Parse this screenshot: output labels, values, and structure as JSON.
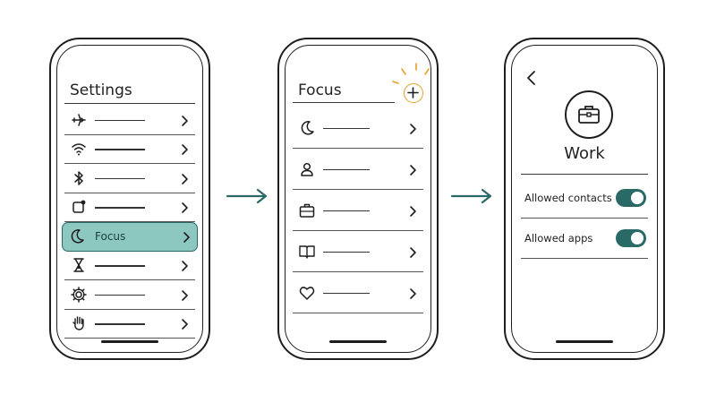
{
  "colors": {
    "accent": "#2a6a66",
    "highlight": "#8cc7c0",
    "plus": "#e2a227",
    "stroke": "#1e1e1e"
  },
  "settings_screen": {
    "title": "Settings",
    "items": [
      {
        "icon": "airplane-icon",
        "label": ""
      },
      {
        "icon": "wifi-icon",
        "label": ""
      },
      {
        "icon": "bluetooth-icon",
        "label": ""
      },
      {
        "icon": "notifications-icon",
        "label": ""
      },
      {
        "icon": "moon-icon",
        "label": "Focus",
        "highlighted": true
      },
      {
        "icon": "hourglass-icon",
        "label": ""
      },
      {
        "icon": "gear-icon",
        "label": ""
      },
      {
        "icon": "hand-icon",
        "label": ""
      }
    ]
  },
  "focus_screen": {
    "title": "Focus",
    "add_icon": "plus-icon",
    "items": [
      {
        "icon": "moon-icon"
      },
      {
        "icon": "person-icon"
      },
      {
        "icon": "briefcase-icon"
      },
      {
        "icon": "book-icon"
      },
      {
        "icon": "heart-icon"
      }
    ]
  },
  "work_screen": {
    "title": "Work",
    "icon": "briefcase-icon",
    "options": [
      {
        "label": "Allowed contacts",
        "enabled": true
      },
      {
        "label": "Allowed apps",
        "enabled": true
      }
    ]
  }
}
